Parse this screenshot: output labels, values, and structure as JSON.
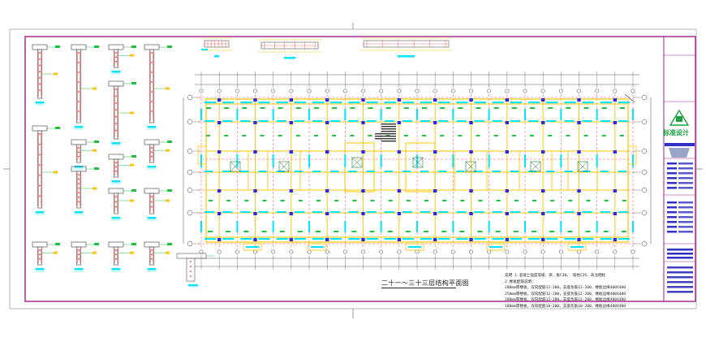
{
  "drawing": {
    "title": "二十一～三十三层结构平面图",
    "notes": [
      "说明  1.混凝土强度等级：梁、板C30，  墙柱C35、未注明柱",
      "2.楼板配筋说明：",
      "200mm厚楼板，双向配筋12-200，支座负筋12-200，楼板边缘400X400",
      "250mm厚楼板，双向配筋12-200，支座负筋12-200，楼板边缘400X400",
      "200mm厚楼板，双向配筋12-200，支座负筋12-200，楼板边缘400X400",
      "180mm厚楼板，双向配筋10-200，支座负筋10-200，楼板边缘400X400"
    ],
    "firm_name": "标准设计"
  },
  "colors": {
    "frame": "#a0208a",
    "cyan": "#00e5ff",
    "yellow": "#ffc400",
    "red_dash": "#ff3030",
    "green": "#20c040",
    "blue": "#2a2ae0",
    "white_line": "#555555"
  }
}
